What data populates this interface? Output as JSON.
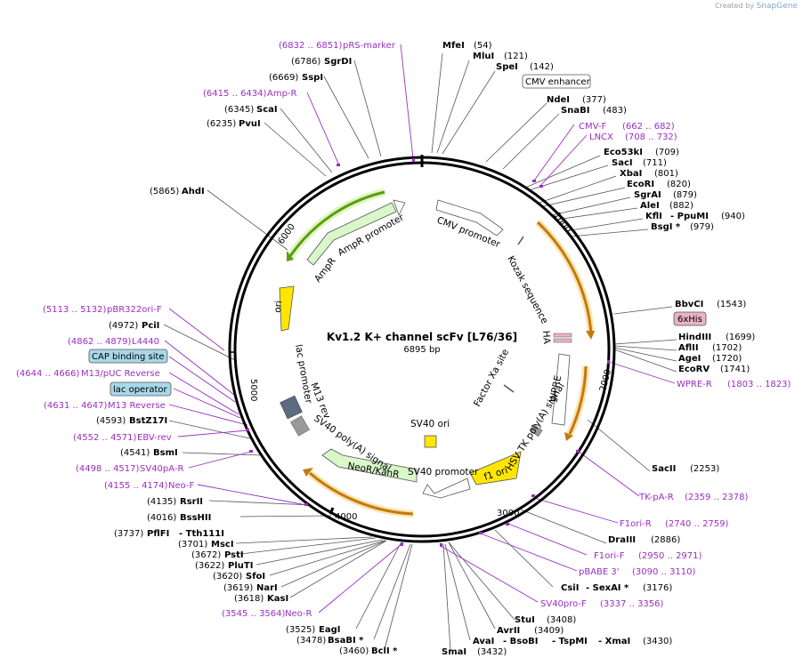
{
  "credit": {
    "prefix": "Created by",
    "brand": "SnapGene"
  },
  "plasmid": {
    "name": "Kv1.2 K+ channel scFv [L76/36]",
    "length": "6895 bp"
  },
  "ticks": [
    "1000",
    "2000",
    "3000",
    "4000",
    "5000",
    "6000"
  ],
  "sites": {
    "MfeI": "MfeI",
    "MfeI_pos": "(54)",
    "MluI": "MluI",
    "MluI_pos": "(121)",
    "SpeI": "SpeI",
    "SpeI_pos": "(142)",
    "NdeI": "NdeI",
    "NdeI_pos": "(377)",
    "SnaBI": "SnaBI",
    "SnaBI_pos": "(483)",
    "Eco53kI": "Eco53kI",
    "Eco53kI_pos": "(709)",
    "SacI": "SacI",
    "SacI_pos": "(711)",
    "XbaI": "XbaI",
    "XbaI_pos": "(801)",
    "EcoRI": "EcoRI",
    "EcoRI_pos": "(820)",
    "SgrAI": "SgrAI",
    "SgrAI_pos": "(879)",
    "AleI": "AleI",
    "AleI_pos": "(882)",
    "KflI": "KflI",
    "PpuMI": "- PpuMI",
    "KflI_pos": "(940)",
    "BsgI": "BsgI *",
    "BsgI_pos": "(979)",
    "BbvCI": "BbvCI",
    "BbvCI_pos": "(1543)",
    "HindIII": "HindIII",
    "HindIII_pos": "(1699)",
    "AflII": "AflII",
    "AflII_pos": "(1702)",
    "AgeI": "AgeI",
    "AgeI_pos": "(1720)",
    "EcoRV": "EcoRV",
    "EcoRV_pos": "(1741)",
    "SacII": "SacII",
    "SacII_pos": "(2253)",
    "DraIII": "DraIII",
    "DraIII_pos": "(2886)",
    "CsiI": "CsiI",
    "SexAI": "- SexAI *",
    "CsiI_pos": "(3176)",
    "StuI": "StuI",
    "StuI_pos": "(3408)",
    "AvrII": "AvrII",
    "AvrII_pos": "(3409)",
    "AvaI": "AvaI",
    "BsoBI": "- BsoBI",
    "TspMI": "- TspMI",
    "XmaI": "- XmaI",
    "AvaI_pos": "(3430)",
    "SmaI": "SmaI",
    "SmaI_pos": "(3432)",
    "BclI": "BclI *",
    "BclI_pos": "(3460)",
    "BsaBI": "BsaBI *",
    "BsaBI_pos": "(3478)",
    "EagI": "EagI",
    "EagI_pos": "(3525)",
    "KasI": "KasI",
    "KasI_pos": "(3618)",
    "NarI": "NarI",
    "NarI_pos": "(3619)",
    "SfoI": "SfoI",
    "SfoI_pos": "(3620)",
    "PluTI": "PluTI",
    "PluTI_pos": "(3622)",
    "PstI": "PstI",
    "PstI_pos": "(3672)",
    "MscI": "MscI",
    "MscI_pos": "(3701)",
    "PflFI": "PflFI",
    "Tth111I": "- Tth111I",
    "PflFI_pos": "(3737)",
    "BssHII": "BssHII",
    "BssHII_pos": "(4016)",
    "RsrII": "RsrII",
    "RsrII_pos": "(4135)",
    "BsmI": "BsmI",
    "BsmI_pos": "(4541)",
    "BstZ17I": "BstZ17I",
    "BstZ17I_pos": "(4593)",
    "PciI": "PciI",
    "PciI_pos": "(4972)",
    "AhdI": "AhdI",
    "AhdI_pos": "(5865)",
    "PvuI": "PvuI",
    "PvuI_pos": "(6235)",
    "ScaI": "ScaI",
    "ScaI_pos": "(6345)",
    "SspI": "SspI",
    "SspI_pos": "(6669)",
    "SgrDI": "SgrDI",
    "SgrDI_pos": "(6786)"
  },
  "primers": {
    "pRS": "pRS-marker",
    "pRS_pos": "(6832 .. 6851)",
    "AmpR": "Amp-R",
    "AmpR_pos": "(6415 .. 6434)",
    "CMVF": "CMV-F",
    "CMVF_pos": "(662 .. 682)",
    "LNCX": "LNCX",
    "LNCX_pos": "(708 .. 732)",
    "WPRER": "WPRE-R",
    "WPRER_pos": "(1803 .. 1823)",
    "TKpAR": "TK-pA-R",
    "TKpAR_pos": "(2359 .. 2378)",
    "F1oriR": "F1ori-R",
    "F1oriR_pos": "(2740 .. 2759)",
    "F1oriF": "F1ori-F",
    "F1oriF_pos": "(2950 .. 2971)",
    "pBABE": "pBABE 3'",
    "pBABE_pos": "(3090 .. 3110)",
    "SV40proF": "SV40pro-F",
    "SV40proF_pos": "(3337 .. 3356)",
    "NeoR": "Neo-R",
    "NeoR_pos": "(3545 .. 3564)",
    "NeoF": "Neo-F",
    "NeoF_pos": "(4155 .. 4174)",
    "SV40pAR": "SV40pA-R",
    "SV40pAR_pos": "(4498 .. 4517)",
    "EBVrev": "EBV-rev",
    "EBVrev_pos": "(4552 .. 4571)",
    "M13Rev": "M13 Reverse",
    "M13Rev_pos": "(4631 .. 4647)",
    "M13pUC": "M13/pUC Reverse",
    "M13pUC_pos": "(4644 .. 4666)",
    "L4440": "L4440",
    "L4440_pos": "(4862 .. 4879)",
    "pBR322": "pBR322ori-F",
    "pBR322_pos": "(5113 .. 5132)"
  },
  "boxes": {
    "CMVenh": "CMV enhancer",
    "his": "6xHis",
    "CAP": "CAP binding site",
    "lacop": "lac operator"
  },
  "features": {
    "cmvpro": "CMV promoter",
    "kozak": "Kozak sequence",
    "ha": "HA",
    "factorxa": "Factor Xa site",
    "wpre": "WPRE",
    "hsvtk": "HSV TK poly(A) signal",
    "f1ori": "f1 ori",
    "sv40pro": "SV40 promoter",
    "sv40ori": "SV40 ori",
    "neor": "NeoR/KanR",
    "sv40pa": "SV40 poly(A) signal",
    "m13rev": "M13 rev",
    "lacpro": "lac promoter",
    "ori": "ori",
    "ampr": "AmpR",
    "amprpro": "AmpR promoter"
  },
  "colors": {
    "ring": "#000000",
    "primer": "#9a2ec0",
    "orf": "#f39c12",
    "ampr": "#8dc63f",
    "ori": "#ffe600",
    "neo": "#c8f7c5",
    "his": "#e8b4c2",
    "cap": "#a8d8e8"
  }
}
